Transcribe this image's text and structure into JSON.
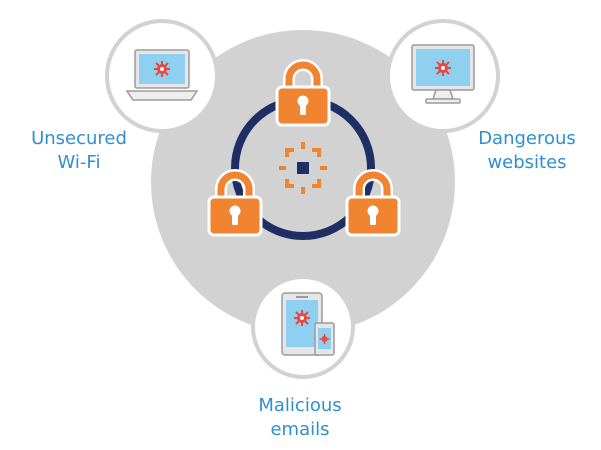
{
  "threats": [
    {
      "id": "wifi",
      "label_lines": [
        "Unsecured",
        "Wi-Fi"
      ],
      "device": "laptop-icon"
    },
    {
      "id": "websites",
      "label_lines": [
        "Dangerous",
        "websites"
      ],
      "device": "desktop-monitor-icon"
    },
    {
      "id": "emails",
      "label_lines": [
        "Malicious",
        "emails"
      ],
      "device": "tablet-phone-icon"
    }
  ],
  "colors": {
    "background_circle": "#d3d2d3",
    "ring": "#1f2f66",
    "lock": "#f08430",
    "target": "#f08430",
    "target_center": "#1f2f66",
    "screen": "#8fd0f0",
    "malware": "#e8483e",
    "label_text": "#2f8fd0",
    "device_circle_border": "#d3d2d3"
  }
}
